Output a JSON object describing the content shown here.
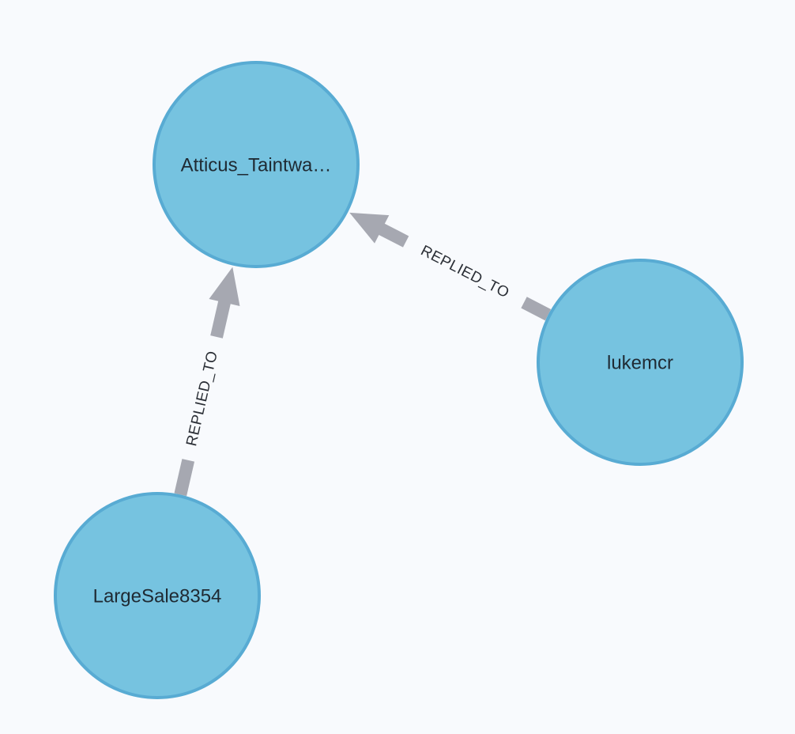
{
  "colors": {
    "background": "#f8fafd",
    "node_fill": "#76c3e0",
    "node_stroke": "#58abd3",
    "node_text": "#1f2a33",
    "edge": "#a6a8b1",
    "edge_label": "#2b2f36"
  },
  "graph": {
    "nodes": [
      {
        "id": "atticus",
        "label": "Atticus_Taintwa…"
      },
      {
        "id": "lukemcr",
        "label": "lukemcr"
      },
      {
        "id": "largesale",
        "label": "LargeSale8354"
      }
    ],
    "edges": [
      {
        "id": "e1",
        "source": "largesale",
        "target": "atticus",
        "label": "REPLIED_TO"
      },
      {
        "id": "e2",
        "source": "lukemcr",
        "target": "atticus",
        "label": "REPLIED_TO"
      }
    ]
  }
}
